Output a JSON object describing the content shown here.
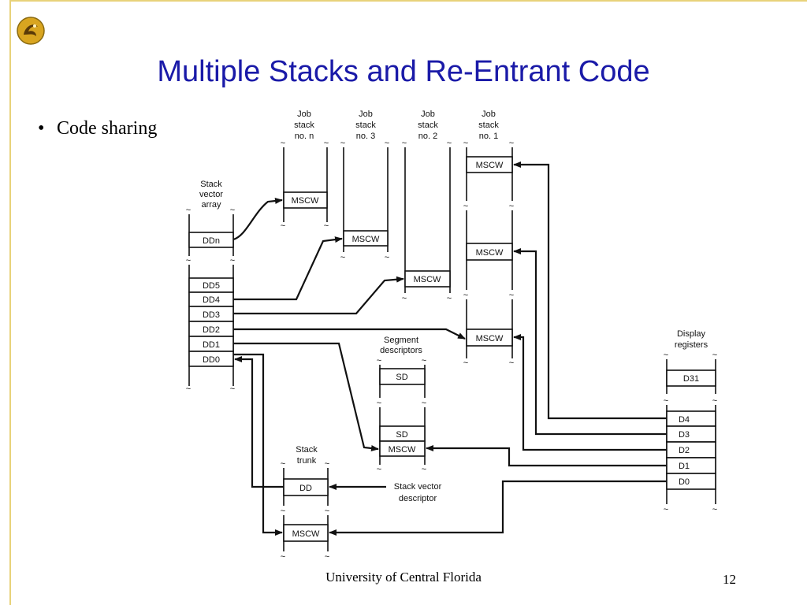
{
  "slide": {
    "title": "Multiple Stacks and Re-Entrant Code",
    "bullet": "Code sharing",
    "footer": "University of Central Florida",
    "page_number": "12",
    "title_color": "#1a1aa8",
    "border_color": "#e8d27a"
  },
  "diagram": {
    "job_stacks": [
      {
        "label_lines": [
          "Job",
          "stack",
          "no. n"
        ],
        "cell": "MSCW"
      },
      {
        "label_lines": [
          "Job",
          "stack",
          "no. 3"
        ],
        "cell": "MSCW"
      },
      {
        "label_lines": [
          "Job",
          "stack",
          "no. 2"
        ],
        "cell": "MSCW"
      },
      {
        "label_lines": [
          "Job",
          "stack",
          "no. 1"
        ],
        "cells": [
          "MSCW",
          "MSCW",
          "MSCW"
        ]
      }
    ],
    "stack_vector": {
      "label_lines": [
        "Stack",
        "vector",
        "array"
      ],
      "cells": [
        "DDn",
        "DD5",
        "DD4",
        "DD3",
        "DD2",
        "DD1",
        "DD0"
      ]
    },
    "segment_descriptors": {
      "label_lines": [
        "Segment",
        "descriptors"
      ],
      "cells": [
        "SD",
        "SD",
        "MSCW"
      ]
    },
    "display_registers": {
      "label_lines": [
        "Display",
        "registers"
      ],
      "cells": [
        "D31",
        "D4",
        "D3",
        "D2",
        "D1",
        "D0"
      ]
    },
    "stack_trunk": {
      "label_lines": [
        "Stack",
        "trunk"
      ],
      "cells": [
        "DD",
        "MSCW"
      ]
    },
    "stack_vector_descriptor_lines": [
      "Stack vector",
      "descriptor"
    ],
    "tilde": "~"
  }
}
